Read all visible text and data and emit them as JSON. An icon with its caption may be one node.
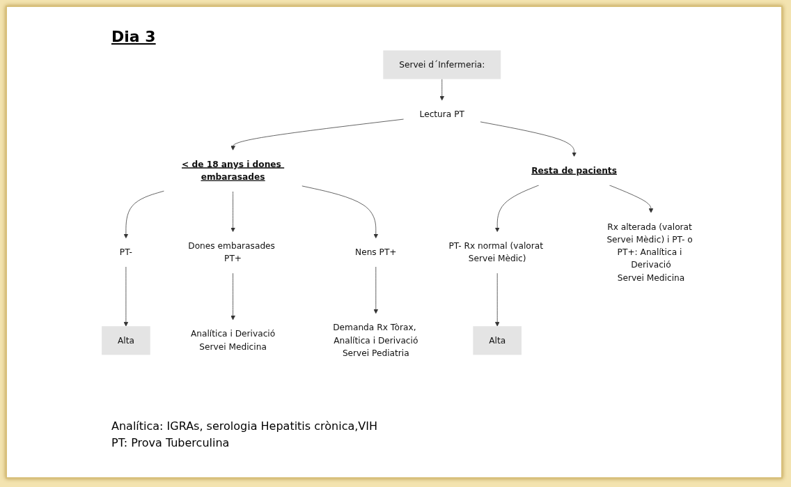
{
  "diagram": {
    "title": "Dia 3",
    "nodes": [
      {
        "text": [
          "Servei d´Infermeria:"
        ]
      },
      {
        "text": [
          "Lectura PT"
        ]
      },
      {
        "text": [
          "< de 18 anys i dones embarasades"
        ]
      },
      {
        "text": [
          "Resta de pacients"
        ]
      },
      {
        "text": [
          "PT-"
        ]
      },
      {
        "text": [
          "Dones embarasades PT+"
        ]
      },
      {
        "text": [
          "Nens PT+"
        ]
      },
      {
        "text": [
          "PT- Rx normal (valorat Servei Mèdic)"
        ]
      },
      {
        "text": [
          "Rx alterada (valorat Servei Mèdic) i PT- o PT+: Analítica i Derivació",
          "Servei Medicina"
        ]
      },
      {
        "text": [
          "Alta"
        ]
      },
      {
        "text": [
          "Analítica i Derivació",
          "Servei Medicina"
        ]
      },
      {
        "text": [
          "Demanda Rx Tòrax, Analítica i Derivació",
          "Servei Pediatria"
        ]
      },
      {
        "text": [
          "Alta"
        ]
      }
    ],
    "edges": [
      {
        "from": 0,
        "to": 1,
        "arrow": "to"
      },
      {
        "from": 1,
        "to": 2,
        "arrow": "to"
      },
      {
        "from": 1,
        "to": 3,
        "arrow": "to"
      },
      {
        "from": 2,
        "to": 4,
        "arrow": "to"
      },
      {
        "from": 2,
        "to": 5,
        "arrow": "to"
      },
      {
        "from": 2,
        "to": 6,
        "arrow": "to"
      },
      {
        "from": 3,
        "to": 7,
        "arrow": "to"
      },
      {
        "from": 3,
        "to": 8,
        "arrow": "to"
      },
      {
        "from": 4,
        "to": 9,
        "arrow": "to"
      },
      {
        "from": 5,
        "to": 10,
        "arrow": "to"
      },
      {
        "from": 6,
        "to": 11,
        "arrow": "to"
      },
      {
        "from": 7,
        "to": 12,
        "arrow": "to"
      }
    ],
    "labels": [
      "Analítica: IGRAs, serologia Hepatitis crònica,VIH",
      "PT: Prova Tuberculina"
    ]
  }
}
